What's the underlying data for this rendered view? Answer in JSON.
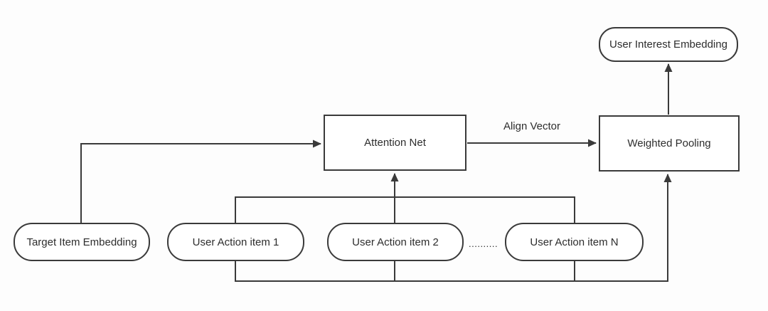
{
  "diagram": {
    "type": "flow-diagram",
    "colors": {
      "background": "#fdfdfd",
      "stroke": "#3a3a3a",
      "text": "#2d2d2d",
      "node_fill": "#ffffff"
    },
    "nodes": {
      "target_item_embedding": {
        "label": "Target Item Embedding",
        "shape": "rounded"
      },
      "user_action_item_1": {
        "label": "User Action item 1",
        "shape": "rounded"
      },
      "user_action_item_2": {
        "label": "User Action item 2",
        "shape": "rounded"
      },
      "user_action_item_n": {
        "label": "User Action item N",
        "shape": "rounded"
      },
      "attention_net": {
        "label": "Attention Net",
        "shape": "rect"
      },
      "weighted_pooling": {
        "label": "Weighted Pooling",
        "shape": "rect"
      },
      "user_interest_embedding": {
        "label": "User Interest Embedding",
        "shape": "rounded"
      }
    },
    "edge_labels": {
      "align_vector": "Align Vector"
    },
    "ellipsis": "..........",
    "edges": [
      {
        "from": "target_item_embedding",
        "to": "attention_net"
      },
      {
        "from": "user_action_item_1",
        "to": "attention_net"
      },
      {
        "from": "user_action_item_2",
        "to": "attention_net"
      },
      {
        "from": "user_action_item_n",
        "to": "attention_net"
      },
      {
        "from": "attention_net",
        "to": "weighted_pooling",
        "label": "Align Vector"
      },
      {
        "from": "user_action_item_1",
        "to": "weighted_pooling"
      },
      {
        "from": "user_action_item_2",
        "to": "weighted_pooling"
      },
      {
        "from": "user_action_item_n",
        "to": "weighted_pooling"
      },
      {
        "from": "weighted_pooling",
        "to": "user_interest_embedding"
      }
    ]
  }
}
